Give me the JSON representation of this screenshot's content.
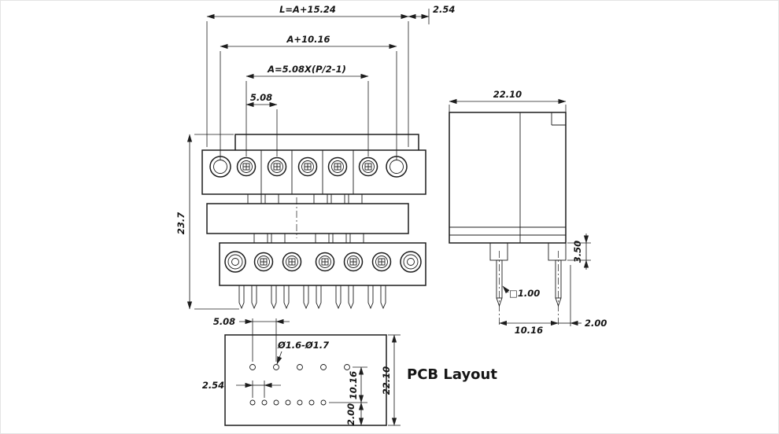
{
  "drawing": {
    "background": "#ffffff",
    "ink": "#1d1d1d"
  },
  "front_view": {
    "dim_total_length": "L=A+15.24",
    "dim_end_pitch": "2.54",
    "dim_mount_span": "A+10.16",
    "dim_pole_formula": "A=5.08X(P/2-1)",
    "dim_pitch": "5.08",
    "dim_height": "23.7"
  },
  "side_view": {
    "dim_depth": "22.10",
    "dim_standoff": "3.50",
    "dim_pin_square": "□1.00",
    "dim_row_spacing": "10.16",
    "dim_pin_edge": "2.00"
  },
  "pcb_layout": {
    "title": "PCB Layout",
    "dim_pitch": "5.08",
    "dim_hole_diameter": "Ø1.6-Ø1.7",
    "dim_half_pitch": "2.54",
    "dim_row_spacing": "10.16",
    "dim_depth": "22.10",
    "dim_edge": "2.00"
  }
}
